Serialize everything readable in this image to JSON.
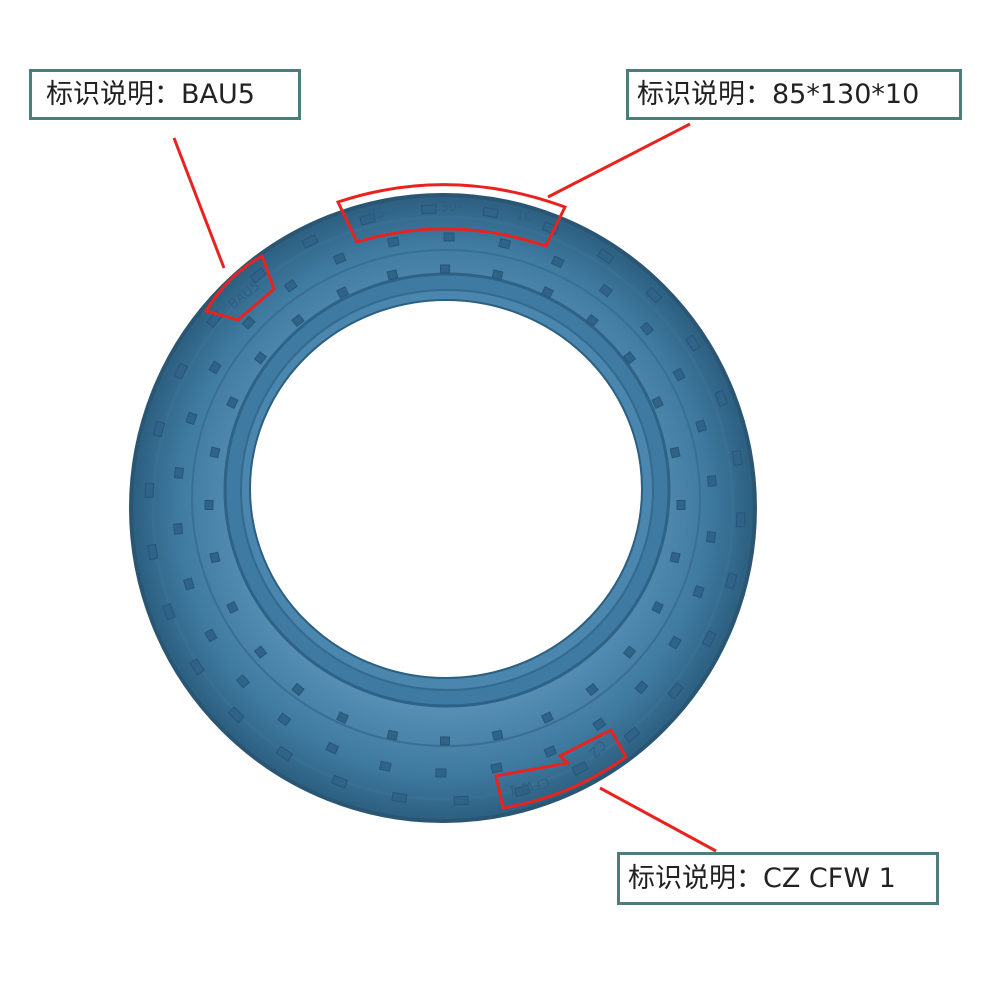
{
  "colors": {
    "ring": "#3f7aa0",
    "ring_dark": "#2c5f80",
    "ring_light": "#5b93b8",
    "highlight": "#e8231f",
    "callout_border": "#4e7c7a"
  },
  "markings": {
    "size_parts": [
      "85-",
      "130-",
      "10"
    ],
    "bau": "BAU5",
    "cz": "CZ",
    "cfw": "CFW 1"
  },
  "callouts": [
    {
      "label": "标识说明：",
      "value": "BAU5"
    },
    {
      "label": "标识说明：",
      "value": "85*130*10"
    },
    {
      "label": "标识说明：",
      "value": "CZ CFW 1"
    }
  ]
}
